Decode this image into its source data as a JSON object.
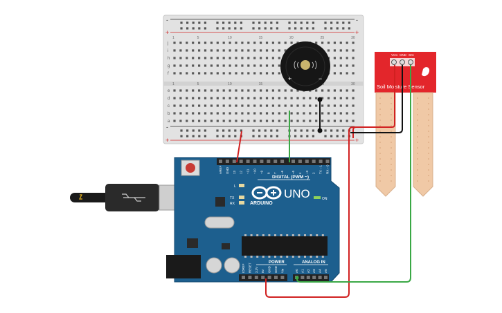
{
  "breadboard": {
    "rows_top": [
      "j",
      "i",
      "h",
      "g",
      "f"
    ],
    "rows_bottom": [
      "e",
      "d",
      "c",
      "b",
      "a"
    ],
    "column_numbers": [
      "1",
      "",
      "",
      "",
      "5",
      "",
      "",
      "",
      "",
      "10",
      "",
      "",
      "",
      "",
      "15",
      "",
      "",
      "",
      "",
      "20",
      "",
      "",
      "",
      "",
      "25",
      "",
      "",
      "",
      "",
      "30"
    ],
    "rail_minus": "-",
    "rail_plus": "+"
  },
  "buzzer": {
    "plus_label": "+",
    "minus_label": "−"
  },
  "soil_sensor": {
    "label": "Soil Moisture Sensor",
    "pins": [
      "VCC",
      "GND",
      "SIG"
    ]
  },
  "arduino": {
    "brand": "ARDUINO",
    "model": "UNO",
    "digital_header_label": "DIGITAL (PWM ~)",
    "digital_pins": [
      "AREF",
      "GND",
      "13",
      "12",
      "~11",
      "~10",
      "~9",
      "8",
      "7",
      "~6",
      "~5",
      "4",
      "~3",
      "2",
      "TX→1",
      "RX←0"
    ],
    "power_header_label": "POWER",
    "power_pins": [
      "IOREF",
      "RESET",
      "3.3V",
      "5V",
      "GND",
      "GND",
      "Vin"
    ],
    "analog_header_label": "ANALOG IN",
    "analog_pins": [
      "A0",
      "A1",
      "A2",
      "A3",
      "A4",
      "A5"
    ],
    "led_labels": [
      "L",
      "TX",
      "RX"
    ],
    "on_label": "ON"
  },
  "colors": {
    "board_blue": "#1d5f8e",
    "breadboard": "#e4e4e4",
    "sensor_red": "#e3262b",
    "wire_red": "#d12020",
    "wire_green": "#3aa845",
    "wire_black": "#111111"
  }
}
